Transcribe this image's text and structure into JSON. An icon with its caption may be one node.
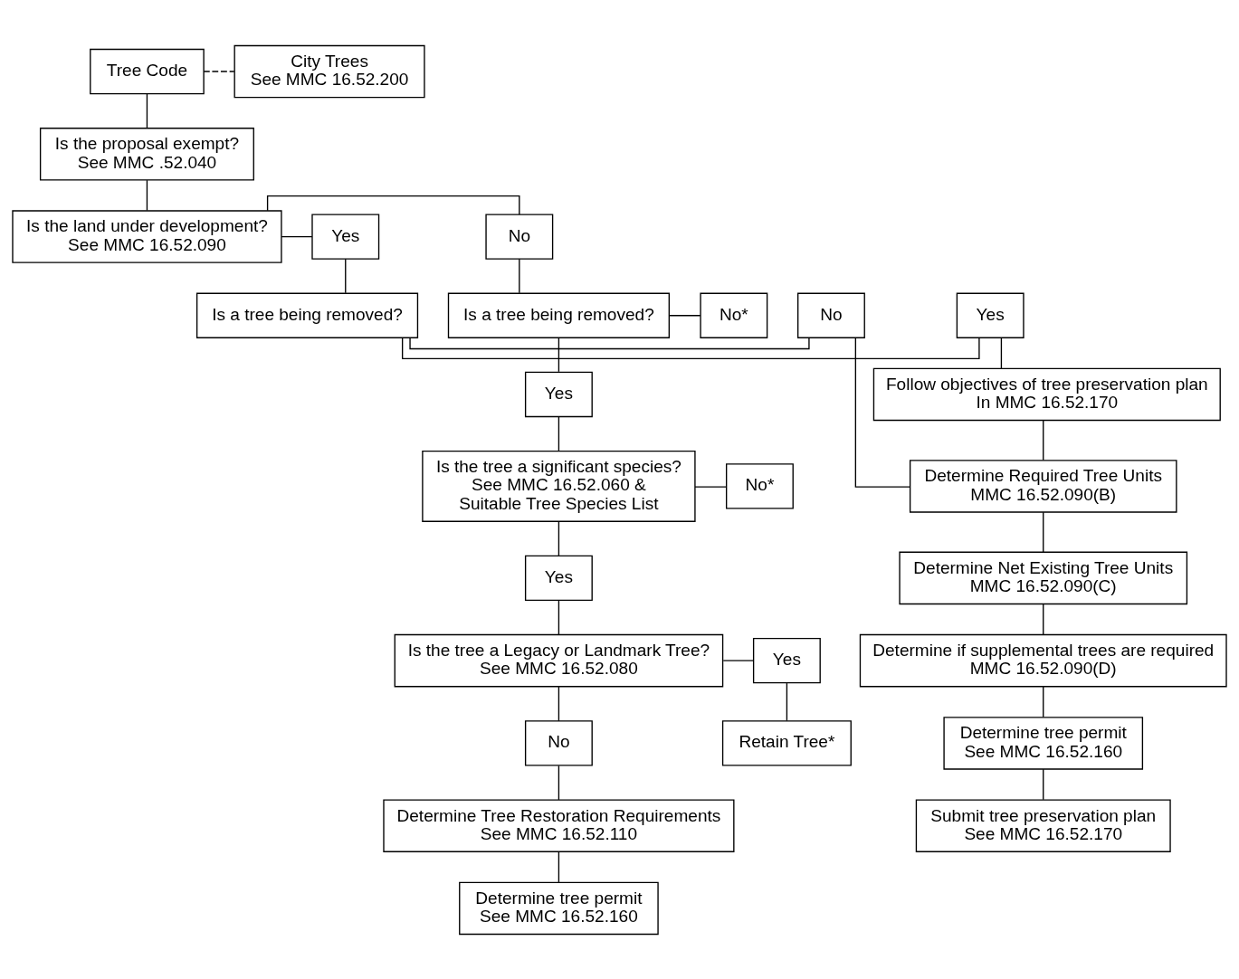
{
  "diagram": {
    "nodes": [
      {
        "text": [
          "Tree Code"
        ]
      },
      {
        "text": [
          "City Trees",
          "See MMC 16.52.200"
        ]
      },
      {
        "text": [
          "Is the proposal exempt?",
          "See MMC .52.040"
        ]
      },
      {
        "text": [
          "Is the land under development?",
          "See MMC 16.52.090"
        ]
      },
      {
        "text": [
          "No"
        ]
      },
      {
        "text": [
          "Yes"
        ]
      },
      {
        "text": [
          "Is a tree being removed?"
        ]
      },
      {
        "text": [
          "No*"
        ]
      },
      {
        "text": [
          "Yes"
        ]
      },
      {
        "text": [
          "Is the tree a significant species?",
          "See MMC 16.52.060 &",
          "Suitable Tree Species List"
        ]
      },
      {
        "text": [
          "No*"
        ]
      },
      {
        "text": [
          "Yes"
        ]
      },
      {
        "text": [
          "Is the tree a Legacy or Landmark Tree?",
          "See MMC 16.52.080"
        ]
      },
      {
        "text": [
          "Yes"
        ]
      },
      {
        "text": [
          "Retain Tree*"
        ]
      },
      {
        "text": [
          "No"
        ]
      },
      {
        "text": [
          "Determine Tree Restoration Requirements",
          "See MMC 16.52.110"
        ]
      },
      {
        "text": [
          "Determine tree permit",
          "See MMC 16.52.160"
        ]
      },
      {
        "text": [
          "Is a tree being removed?"
        ]
      },
      {
        "text": [
          "Yes"
        ]
      },
      {
        "text": [
          "No"
        ]
      },
      {
        "text": [
          "Follow objectives of tree preservation plan",
          "In MMC 16.52.170"
        ]
      },
      {
        "text": [
          "Determine Required Tree Units",
          "MMC 16.52.090(B)"
        ]
      },
      {
        "text": [
          "Determine Net Existing Tree Units",
          "MMC 16.52.090(C)"
        ]
      },
      {
        "text": [
          "Determine if supplemental trees are required",
          "MMC 16.52.090(D)"
        ]
      },
      {
        "text": [
          "Determine tree permit",
          "See MMC 16.52.160"
        ]
      },
      {
        "text": [
          "Submit tree preservation plan",
          "See MMC 16.52.170"
        ]
      }
    ],
    "edges": [
      {
        "from": 0,
        "to": 1,
        "arrow": "none",
        "style": "dashed"
      },
      {
        "from": 0,
        "to": 2,
        "arrow": "none"
      },
      {
        "from": 2,
        "to": 3,
        "arrow": "none"
      },
      {
        "from": 3,
        "to": 4,
        "arrow": "none"
      },
      {
        "from": 3,
        "to": 5,
        "arrow": "none"
      },
      {
        "from": 4,
        "to": 6,
        "arrow": "none"
      },
      {
        "from": 6,
        "to": 7,
        "arrow": "none"
      },
      {
        "from": 6,
        "to": 8,
        "arrow": "none"
      },
      {
        "from": 8,
        "to": 9,
        "arrow": "none"
      },
      {
        "from": 9,
        "to": 10,
        "arrow": "none"
      },
      {
        "from": 9,
        "to": 11,
        "arrow": "none"
      },
      {
        "from": 11,
        "to": 12,
        "arrow": "none"
      },
      {
        "from": 12,
        "to": 13,
        "arrow": "none"
      },
      {
        "from": 13,
        "to": 14,
        "arrow": "none"
      },
      {
        "from": 12,
        "to": 15,
        "arrow": "none"
      },
      {
        "from": 15,
        "to": 16,
        "arrow": "none"
      },
      {
        "from": 16,
        "to": 17,
        "arrow": "none"
      },
      {
        "from": 5,
        "to": 18,
        "arrow": "none"
      },
      {
        "from": 18,
        "to": 19,
        "arrow": "none"
      },
      {
        "from": 18,
        "to": 20,
        "arrow": "none"
      },
      {
        "from": 19,
        "to": 21,
        "arrow": "none"
      },
      {
        "from": 21,
        "to": 22,
        "arrow": "none"
      },
      {
        "from": 20,
        "to": 22,
        "arrow": "none"
      },
      {
        "from": 22,
        "to": 23,
        "arrow": "none"
      },
      {
        "from": 23,
        "to": 24,
        "arrow": "none"
      },
      {
        "from": 24,
        "to": 25,
        "arrow": "none"
      },
      {
        "from": 25,
        "to": 26,
        "arrow": "none"
      }
    ]
  }
}
